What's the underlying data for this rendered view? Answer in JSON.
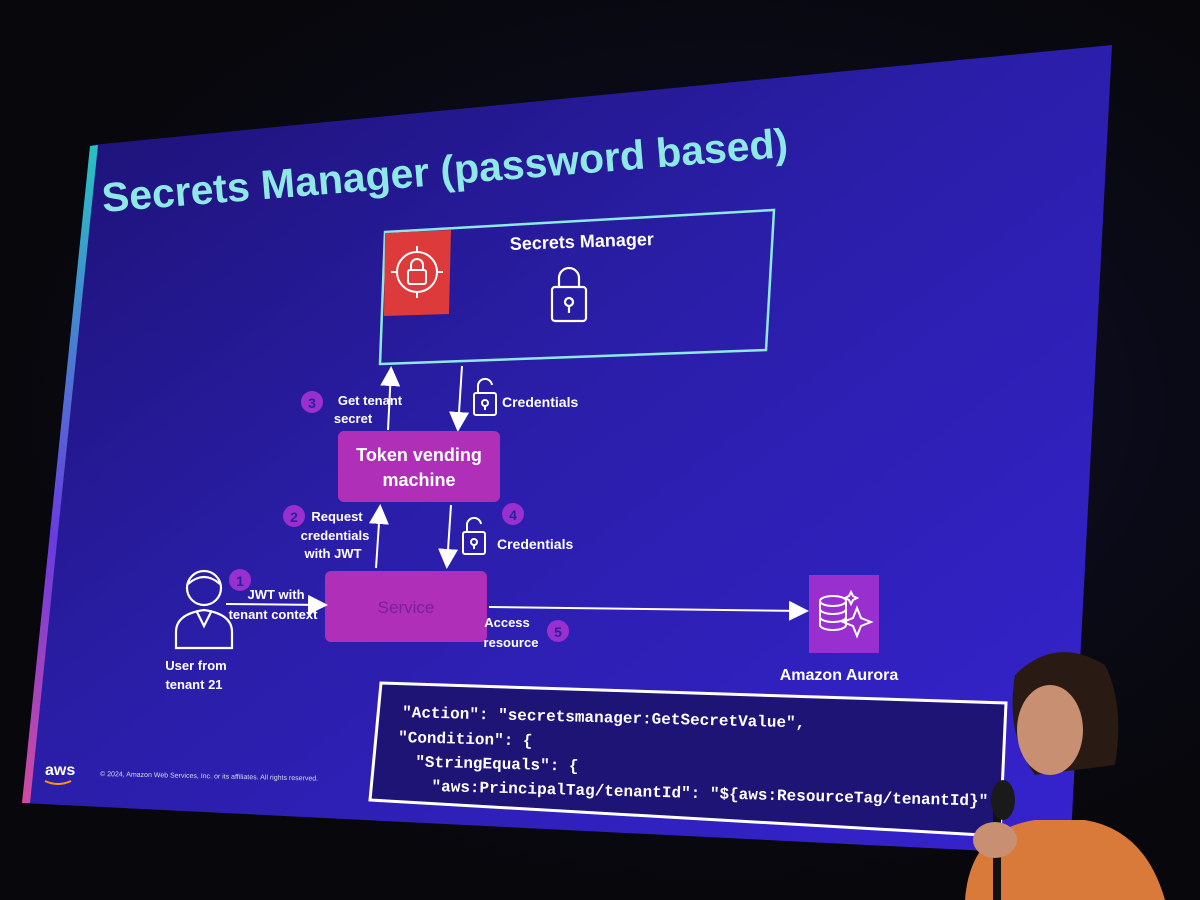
{
  "slide": {
    "title": "Secrets Manager (password based)",
    "copyright": "© 2024, Amazon Web Services, Inc. or its affiliates. All rights reserved.",
    "aws_logo_text": "aws",
    "colors": {
      "background": "#2b1f9e",
      "accent_teal": "#7fe3e0",
      "service_magenta": "#b02fb8",
      "secrets_red": "#dd3b3b",
      "step_badge": "#9a2fd0"
    }
  },
  "diagram": {
    "secrets_manager_label": "Secrets Manager",
    "token_vending_machine": [
      "Token vending",
      "machine"
    ],
    "service_label": "Service",
    "user_label": [
      "User from",
      "tenant 21"
    ],
    "aurora_label": "Amazon Aurora",
    "steps": [
      {
        "num": "1",
        "text": [
          "JWT with",
          "tenant context"
        ]
      },
      {
        "num": "2",
        "text": [
          "Request",
          "credentials",
          "with JWT"
        ]
      },
      {
        "num": "3",
        "text": [
          "Get tenant",
          "secret"
        ]
      },
      {
        "num": "4",
        "text": [
          "Credentials"
        ]
      },
      {
        "num": "5",
        "text": [
          "Access",
          "resource"
        ]
      }
    ],
    "credentials_label_top": "Credentials",
    "icons": [
      "secrets-manager-icon",
      "lock-icon",
      "unlock-icon",
      "user-icon",
      "aurora-database-icon"
    ]
  },
  "code": [
    "\"Action\": \"secretsmanager:GetSecretValue\",",
    "\"Condition\": {",
    "  \"StringEquals\": {",
    "    \"aws:PrincipalTag/tenantId\": \"${aws:ResourceTag/tenantId}\""
  ]
}
